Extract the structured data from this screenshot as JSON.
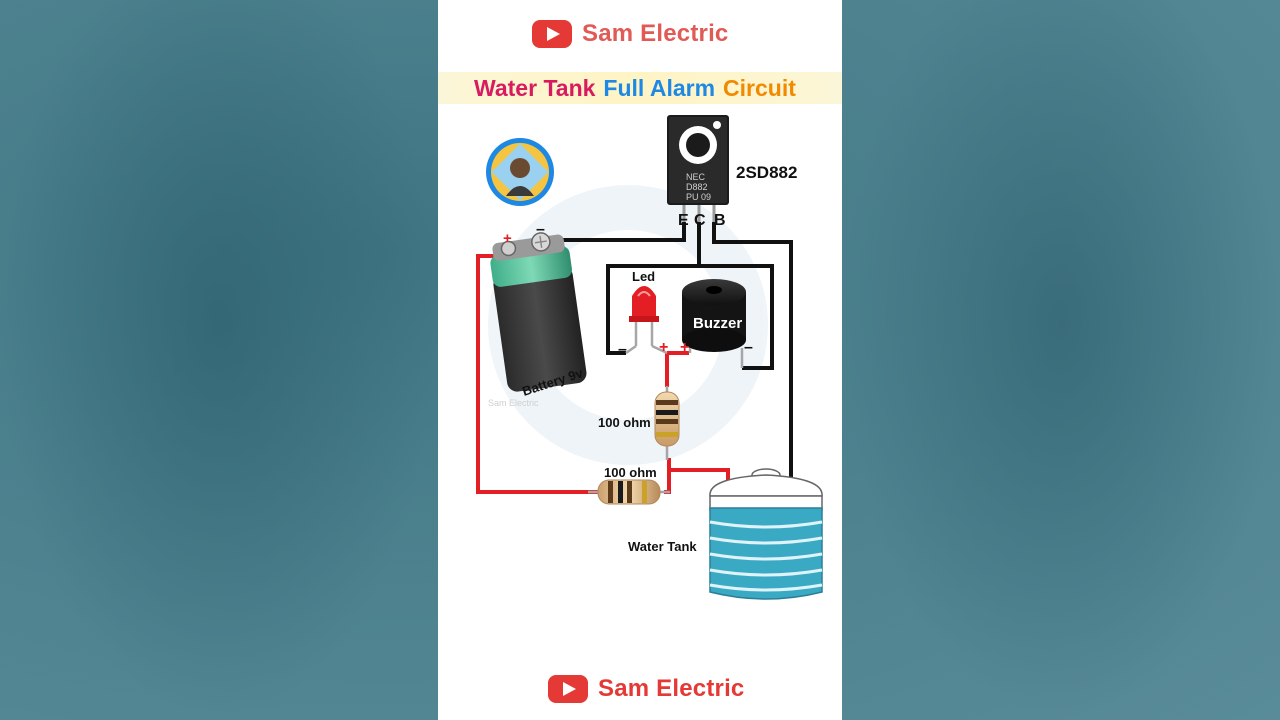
{
  "brand": {
    "top_label": "Sam Electric",
    "bottom_label": "Sam Electric"
  },
  "title": {
    "part1": "Water Tank",
    "part2": "Full Alarm",
    "part3": "Circuit"
  },
  "transistor": {
    "model_label": "2SD882",
    "body_text": [
      "NEC",
      "D882",
      "PU 09"
    ],
    "pins": [
      "E",
      "C",
      "B"
    ]
  },
  "battery": {
    "label": "Battery 9v",
    "plus": "+",
    "minus": "–"
  },
  "led": {
    "label": "Led",
    "minus": "–",
    "plus": "+"
  },
  "buzzer": {
    "label": "Buzzer",
    "plus": "+",
    "minus": "–"
  },
  "resistor_vertical": {
    "label": "100 ohm"
  },
  "resistor_horizontal": {
    "label": "100 ohm"
  },
  "tank": {
    "label": "Water Tank"
  },
  "watermark": "Sam Electric",
  "colors": {
    "wire_black": "#111111",
    "wire_red": "#e31e24",
    "youtube_red": "#e53935",
    "title_pink": "#d81b60",
    "title_blue": "#1e88e5",
    "title_orange": "#f08a00",
    "water": "#3aa9c4"
  }
}
